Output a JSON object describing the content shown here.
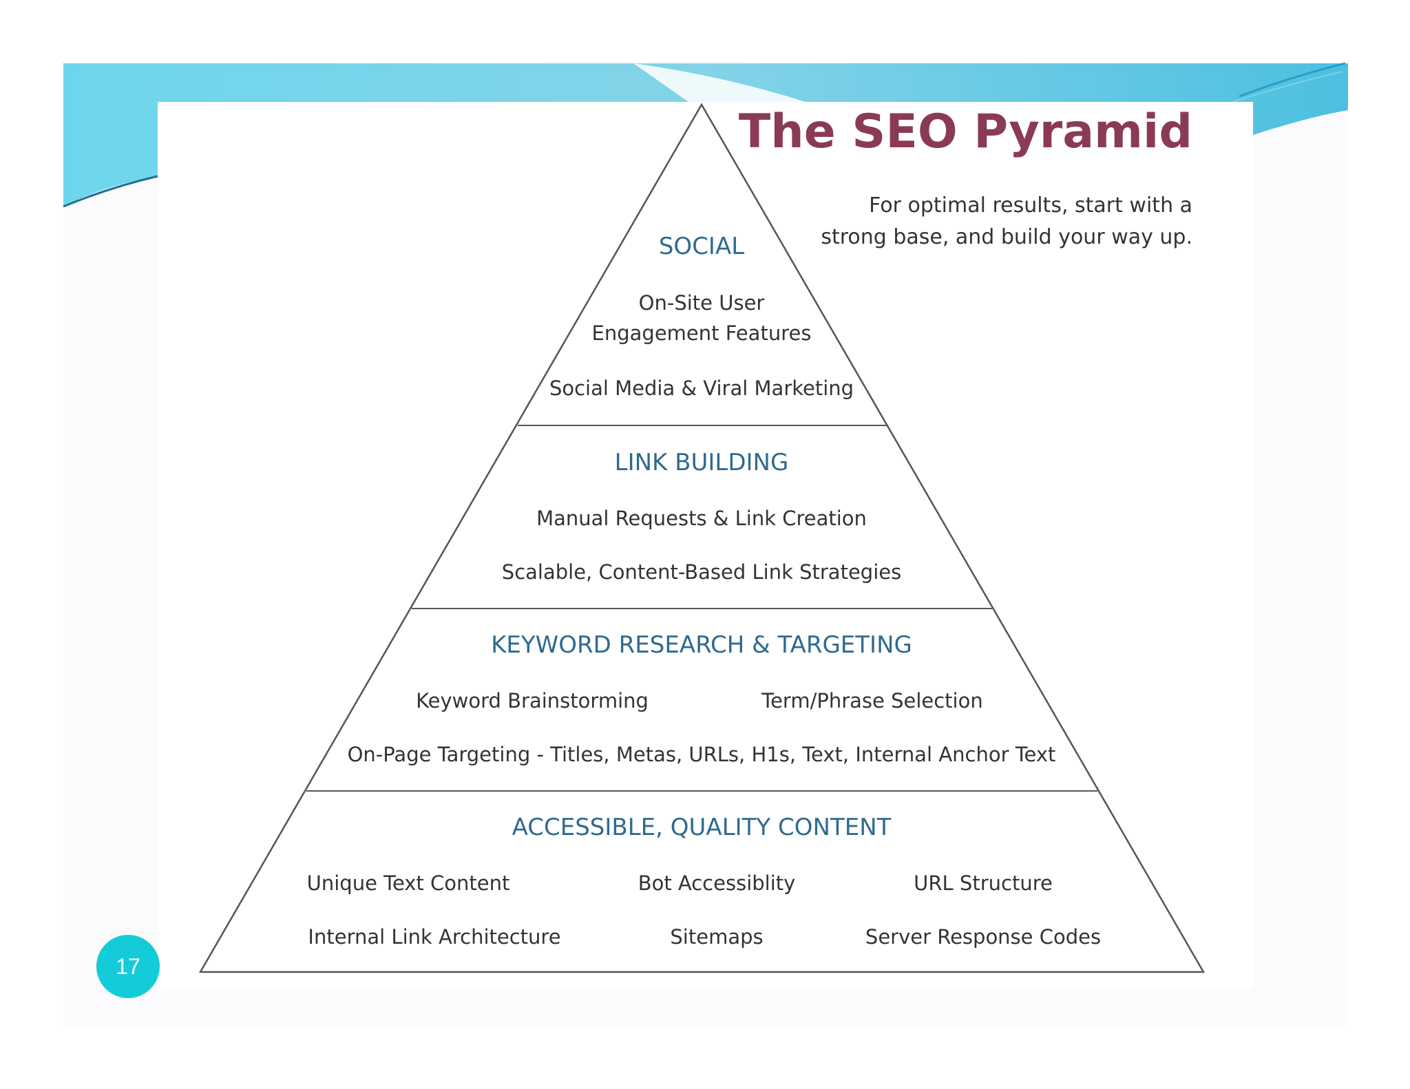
{
  "slide": {
    "number": "17",
    "title": "The SEO Pyramid",
    "subtitle_lines": [
      "For optimal results, start with a",
      "strong base, and build your way up."
    ]
  },
  "colors": {
    "title": "#8a3a57",
    "tier_title": "#2f6a8e",
    "text": "#333333",
    "accent": "#14ccd9"
  },
  "tiers": [
    {
      "title": "SOCIAL",
      "items": [
        "On-Site User",
        "Engagement Features",
        "Social Media & Viral Marketing"
      ]
    },
    {
      "title": "LINK BUILDING",
      "items": [
        "Manual Requests & Link Creation",
        "Scalable, Content-Based Link Strategies"
      ]
    },
    {
      "title": "KEYWORD RESEARCH & TARGETING",
      "items": [
        "Keyword Brainstorming",
        "Term/Phrase Selection",
        "On-Page Targeting - Titles, Metas, URLs, H1s, Text, Internal Anchor Text"
      ]
    },
    {
      "title": "ACCESSIBLE, QUALITY CONTENT",
      "items": [
        "Unique Text Content",
        "Bot Accessiblity",
        "URL Structure",
        "Internal Link Architecture",
        "Sitemaps",
        "Server Response Codes"
      ]
    }
  ]
}
